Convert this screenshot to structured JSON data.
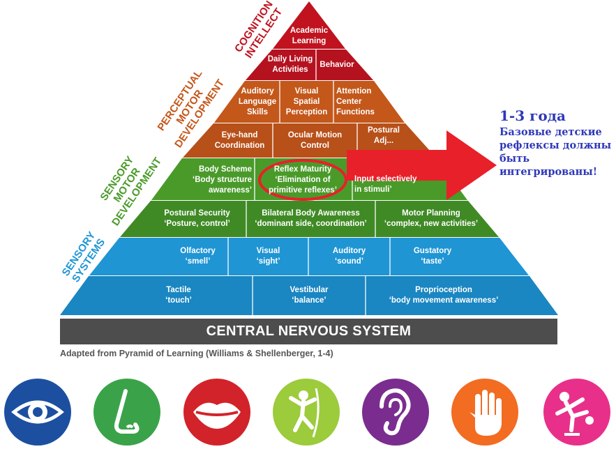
{
  "pyramid": {
    "cognition": {
      "side_label": "COGNITION\nINTELLECT",
      "color": "#c0131f",
      "cells": [
        "Academic\nLearning",
        "Daily Living\nActivities",
        "Behavior"
      ]
    },
    "perceptual": {
      "side_label": "PERCEPTUAL\nMOTOR\nDEVELOPMENT",
      "color": "#c4571a",
      "cells": [
        "Auditory\nLanguage\nSkills",
        "Visual\nSpatial\nPerception",
        "Attention\nCenter\nFunctions",
        "Eye-hand\nCoordination",
        "Ocular Motion\nControl",
        "Postural\nAdj..."
      ]
    },
    "sensory_motor": {
      "side_label": "SENSORY\nMOTOR\nDEVELOPMENT",
      "color": "#4a9a2a",
      "cells": [
        "Body Scheme\n‘Body structure\nawareness’",
        "Reflex Maturity\n‘Elimination of\nprimitive reflexes’",
        "Input  selectively\nin stimuli’",
        "Postural Security\n‘Posture, control’",
        "Bilateral Body Awareness\n‘dominant side, coordination’",
        "Motor Planning\n‘complex, new activities’"
      ]
    },
    "sensory_systems": {
      "side_label": "SENSORY\nSYSTEMS",
      "color": "#1f95d4",
      "cells": [
        "Olfactory\n‘smell’",
        "Visual\n‘sight’",
        "Auditory\n‘sound’",
        "Gustatory\n‘taste’",
        "Tactile\n‘touch’",
        "Vestibular\n‘balance’",
        "Proprioception\n‘body  movement awareness’"
      ]
    },
    "base": "CENTRAL NERVOUS SYSTEM",
    "caption": "Adapted from Pyramid of Learning (Williams & Shellenberger, 1-4)"
  },
  "annotation": {
    "age": "1-3 года",
    "text": "Базовые детские\nрефлексы должны\nбыть\nинтегрированы!",
    "color": "#2e38b8",
    "arrow_color": "#e8202a"
  },
  "icons": [
    {
      "name": "eye-icon",
      "color": "#1c4fa0"
    },
    {
      "name": "nose-icon",
      "color": "#3aa34a"
    },
    {
      "name": "lips-icon",
      "color": "#d2232a"
    },
    {
      "name": "climber-icon",
      "color": "#9ccb3b"
    },
    {
      "name": "ear-icon",
      "color": "#7a2d8f"
    },
    {
      "name": "hand-icon",
      "color": "#f26c22"
    },
    {
      "name": "balance-icon",
      "color": "#e8308a"
    }
  ]
}
